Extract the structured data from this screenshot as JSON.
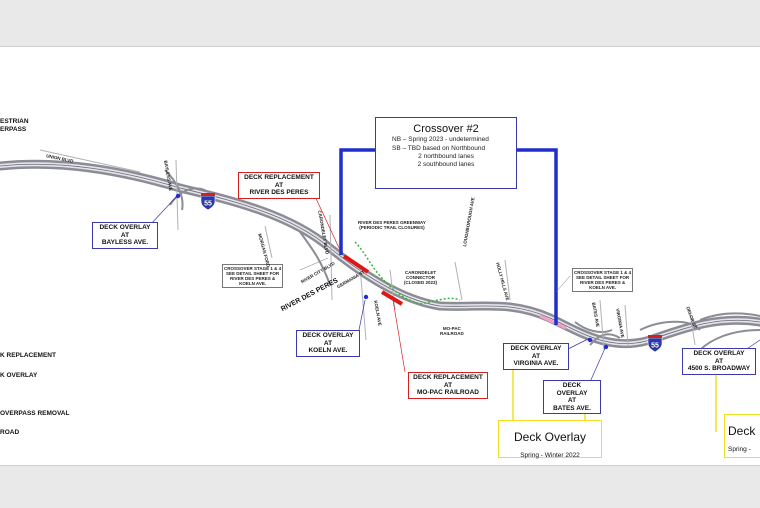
{
  "labels": {
    "pedestrian_overpass": "ESTRIAN\nERPASS",
    "deck_replacement_rdp": "DECK REPLACEMENT\nAT\nRIVER DES PERES",
    "deck_overlay_bayless": "DECK OVERLAY\nAT\nBAYLESS AVE.",
    "deck_overlay_koeln": "DECK OVERLAY\nAT\nKOELN AVE.",
    "deck_replacement_mopac": "DECK REPLACEMENT\nAT\nMO-PAC RAILROAD",
    "deck_overlay_virginia": "DECK OVERLAY\nAT\nVIRGINIA AVE.",
    "deck_overlay_bates": "DECK OVERLAY\nAT\nBATES AVE.",
    "deck_overlay_broadway": "DECK OVERLAY\nAT\n4500 S. BROADWAY",
    "river_des_peres": "RIVER DES PERES",
    "crossover_stage_left": "CROSSOVER STAGE 1 & 4\nSEE DETAIL SHEET FOR\nRIVER DES PERES &\nKOELN AVE.",
    "crossover_stage_right": "CROSSOVER STAGE 1 & 4\nSEE DETAIL SHEET FOR\nRIVER DES PERES &\nKOELN AVE.",
    "greenway": "RIVER DES PERES GREENWAY\n(PERIODIC TRAIL CLOSURES)",
    "carondelet_connector": "CARONDELET\nCONNECTOR\n(CLOSED 2023)",
    "mopac_railroad_small": "MO-PAC\nRAILROAD",
    "union_blvd": "UNION BLVD",
    "bayless_ave": "BAYLESS AVE",
    "morgan_ford": "MORGAN FORD",
    "carondelet_blvd": "CARONDELET BLVD",
    "loughborough_ave": "LOUGHBOROUGH AVE",
    "holly_hills": "HOLLY HILLS AVE",
    "bates_ave": "BATES AVE",
    "virginia_ave": "VIRGINIA AVE",
    "koeln_ave": "KOELN AVE",
    "river_city_blvd": "RIVER CITY BLVD",
    "germania": "GERMANIA ST",
    "delor": "DELOR ST"
  },
  "crossover": {
    "title": "Crossover #2",
    "nb": "NB – Spring 2023 - undetermined",
    "sb": "SB – TBD based on Northbound",
    "line1": "2 northbound lanes",
    "line2": "2 southbound lanes"
  },
  "schedule_boxes": [
    {
      "title": "Deck Overlay",
      "subtitle": "Spring - Winter 2022"
    },
    {
      "title": "Deck",
      "subtitle": "Spring -"
    }
  ],
  "legend": [
    "K REPLACEMENT",
    "K OVERLAY",
    "OVERPASS REMOVAL",
    "ROAD"
  ],
  "shields": [
    {
      "number": "55"
    },
    {
      "number": "55"
    }
  ],
  "colors": {
    "blue_route": "#1f2ecc",
    "red_deck": "#e01515",
    "yellow": "#f0e020",
    "green_trail": "#3cb33c",
    "highway": "#9a9aa4"
  }
}
